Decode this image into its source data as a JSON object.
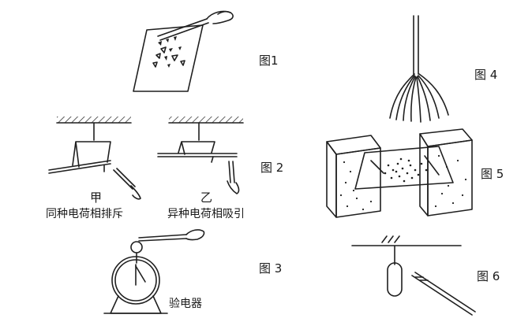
{
  "figures": {
    "fig1": {
      "label": "图1"
    },
    "fig2": {
      "label": "图 2",
      "left_mark": "甲",
      "left_caption": "同种电荷相排斥",
      "right_mark": "乙",
      "right_caption": "异种电荷相吸引"
    },
    "fig3": {
      "label": "图 3",
      "caption": "验电器"
    },
    "fig4": {
      "label": "图 4"
    },
    "fig5": {
      "label": "图 5"
    },
    "fig6": {
      "label": "图 6"
    }
  }
}
